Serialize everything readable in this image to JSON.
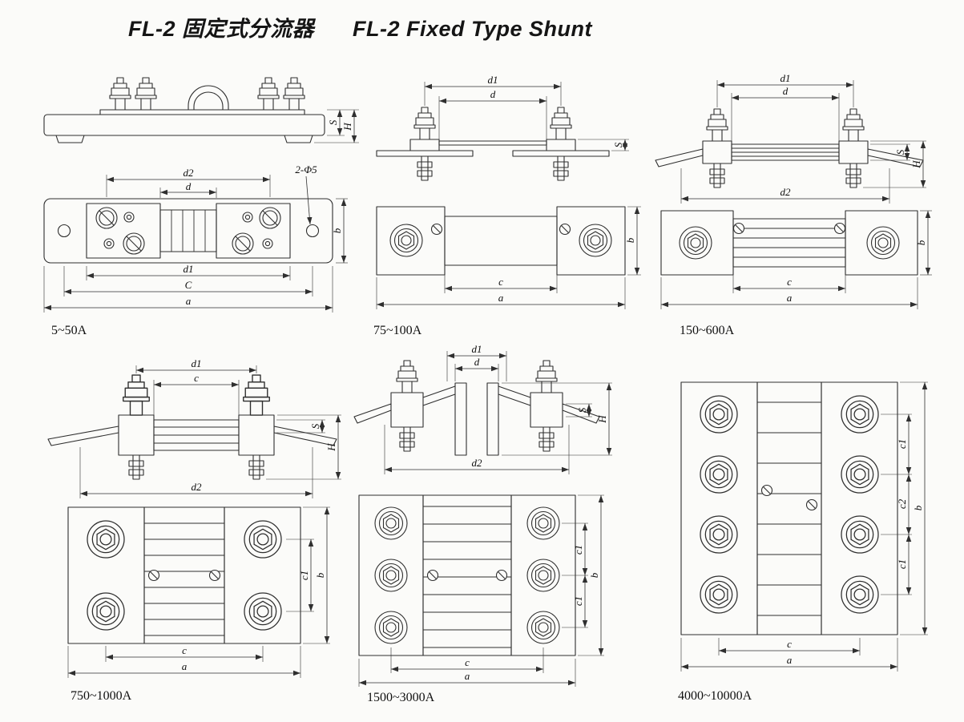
{
  "title": {
    "cn": "FL-2 固定式分流器",
    "en": "FL-2 Fixed Type Shunt"
  },
  "dims": {
    "a": "a",
    "b": "b",
    "c": "c",
    "C": "C",
    "d": "d",
    "d1": "d1",
    "d2": "d2",
    "c1": "c1",
    "c2": "c2",
    "S": "S",
    "H": "H",
    "holes": "2-Φ5"
  },
  "panels": [
    {
      "label": "5~50A"
    },
    {
      "label": "75~100A"
    },
    {
      "label": "150~600A"
    },
    {
      "label": "750~1000A"
    },
    {
      "label": "1500~3000A"
    },
    {
      "label": "4000~10000A"
    }
  ]
}
